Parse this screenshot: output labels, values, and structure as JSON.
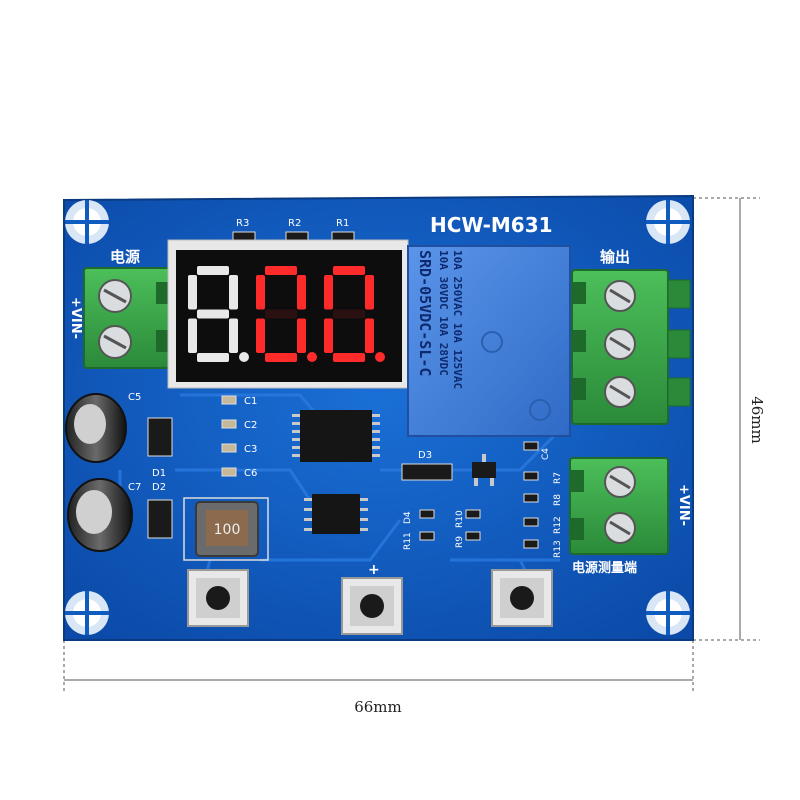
{
  "board": {
    "model": "HCW-M631",
    "label_power": "电源",
    "label_output": "输出",
    "label_measure": "电源测量端",
    "label_in_power": "+VIN-",
    "label_in_measure": "+VIN-"
  },
  "display": {
    "digit1": "8.",
    "digit2": "0.",
    "digit3": "0.",
    "lit_color": "#ff2a2a",
    "unlit_color": "#e8e8e8"
  },
  "relay": {
    "line1": "10A 250VAC 10A 125VAC",
    "line2": "10A 30VDC 10A 28VDC",
    "line3": "SRD-05VDC-SL-C"
  },
  "components": {
    "r1": "R1",
    "r2": "R2",
    "r3": "R3",
    "c1": "C1",
    "c2": "C2",
    "c3": "C3",
    "c4": "C4",
    "c5": "C5",
    "c6": "C6",
    "c7": "C7",
    "d1": "D1",
    "d2": "D2",
    "d3": "D3",
    "d4": "D4",
    "r7": "R7",
    "r8": "R8",
    "r9": "R9",
    "r10": "R10",
    "r11": "R11",
    "r12": "R12",
    "r13": "R13",
    "inductor": "100",
    "plus": "+"
  },
  "dimensions": {
    "width_label": "66mm",
    "height_label": "46mm"
  },
  "colors": {
    "pcb": "#0f5cc0",
    "pcb_dark": "#0a3f8f",
    "terminal": "#3aa64a",
    "relay": "#3f7fdc"
  }
}
